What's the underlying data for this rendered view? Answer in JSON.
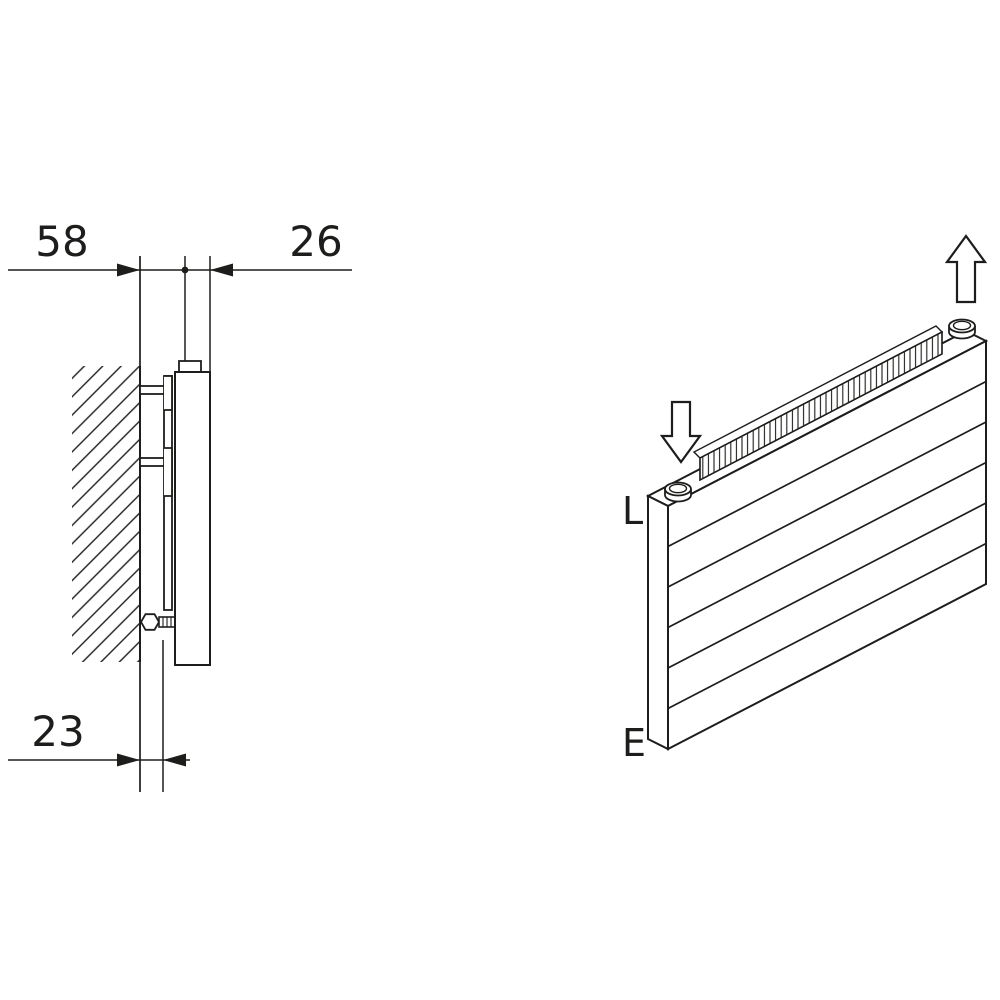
{
  "figure": {
    "type": "technical-line-diagram",
    "subject": "panel radiator wall mounting side section and isometric connection view",
    "colors": {
      "line": "#1d1d1b",
      "background": "#ffffff"
    }
  },
  "side_view": {
    "dim_wall_offset": "58",
    "dim_panel_depth": "26",
    "dim_bottom_offset": "23"
  },
  "iso_view": {
    "label_inlet": "L",
    "label_outlet": "E"
  },
  "icons": {
    "down_arrow": "flow-direction-in",
    "up_arrow": "flow-direction-out"
  }
}
